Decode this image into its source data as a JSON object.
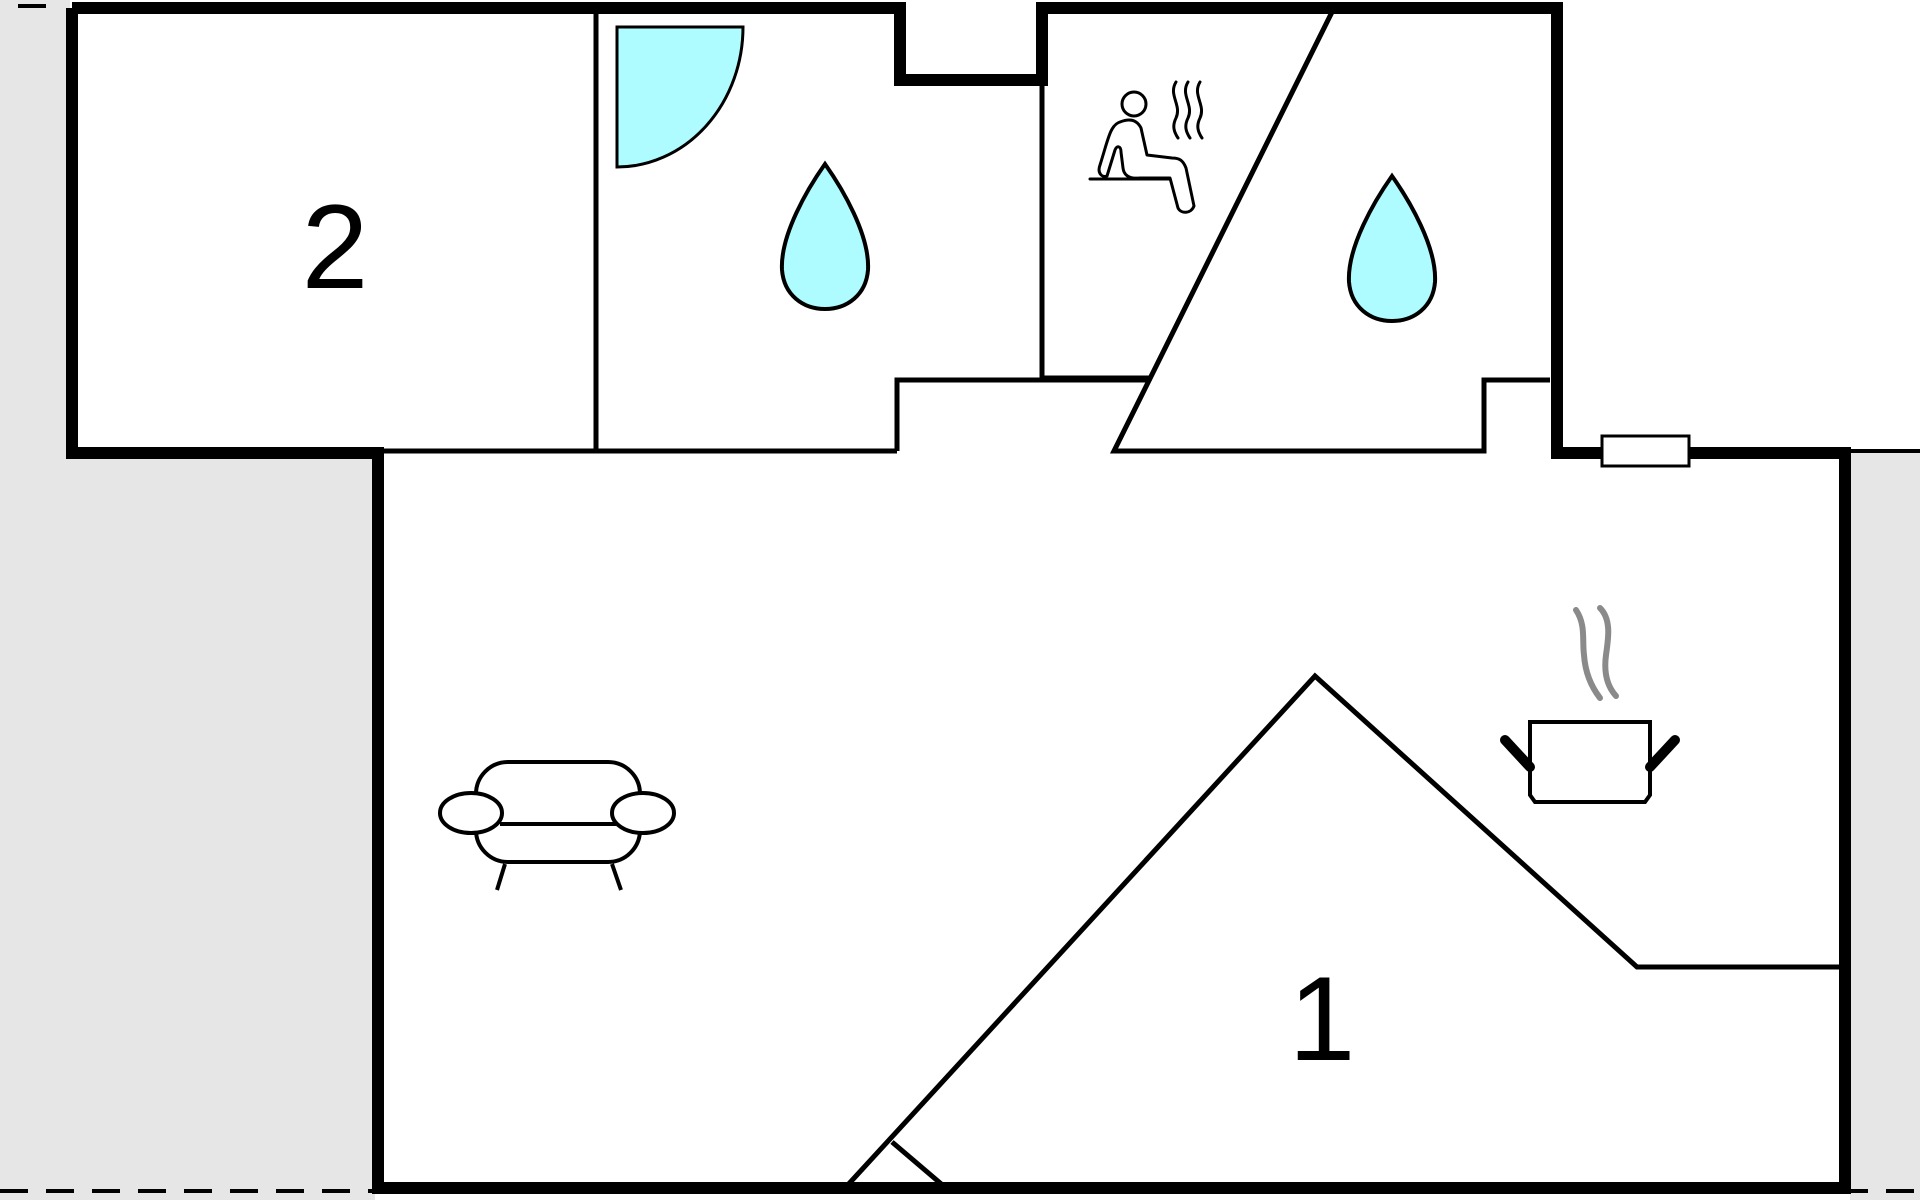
{
  "floorplan": {
    "rooms": [
      {
        "id": "bedroom",
        "label": "2"
      },
      {
        "id": "living_kitchen",
        "label": "1"
      }
    ],
    "icons": [
      {
        "id": "shower",
        "name": "shower-quarter-circle-icon",
        "color": "#aefcff"
      },
      {
        "id": "bath1",
        "name": "water-drop-icon",
        "color": "#aefcff"
      },
      {
        "id": "bath2",
        "name": "water-drop-icon",
        "color": "#aefcff"
      },
      {
        "id": "sauna",
        "name": "sauna-person-icon",
        "color": "#000000"
      },
      {
        "id": "sofa",
        "name": "sofa-icon",
        "color": "#000000"
      },
      {
        "id": "kitchen",
        "name": "cooking-pot-icon",
        "color": "#000000"
      }
    ],
    "colors": {
      "outside_area": "#e6e6e6",
      "walls": "#000000",
      "water_fill": "#aefcff",
      "steam": "#8a8a8a",
      "background": "#ffffff"
    }
  }
}
